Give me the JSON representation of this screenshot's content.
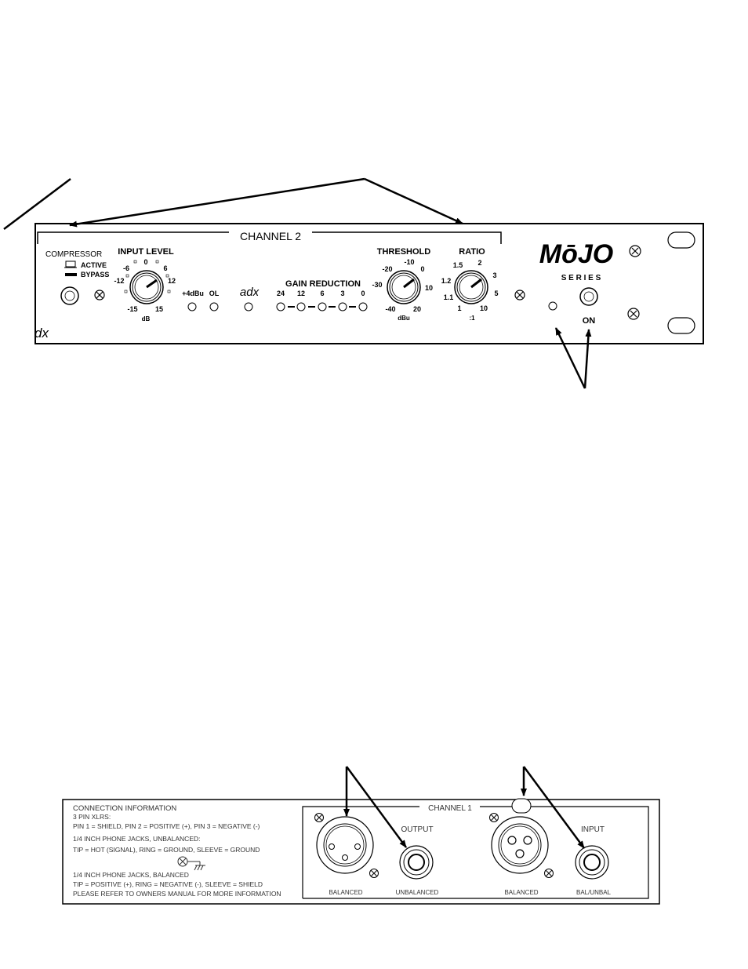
{
  "front_panel": {
    "channel_label": "CHANNEL 2",
    "compressor": {
      "title": "COMPRESSOR",
      "active": "ACTIVE",
      "bypass": "BYPASS"
    },
    "input_level": {
      "title": "INPUT LEVEL",
      "ticks": [
        "-6",
        "0",
        "6",
        "-12",
        "12",
        "-15",
        "15"
      ],
      "unit": "dB"
    },
    "led_labels": {
      "plus4": "+4dBu",
      "ol": "OL"
    },
    "logo_small": "adx",
    "edge_logo": "dx",
    "gain_reduction": {
      "title": "GAIN REDUCTION",
      "steps": [
        "24",
        "12",
        "6",
        "3",
        "0"
      ]
    },
    "threshold": {
      "title": "THRESHOLD",
      "ticks": [
        "-20",
        "-10",
        "0",
        "-30",
        "10",
        "-40",
        "20"
      ],
      "unit": "dBu"
    },
    "ratio": {
      "title": "RATIO",
      "ticks": [
        "1.5",
        "2",
        "1.2",
        "3",
        "1.1",
        "5",
        "1",
        "10"
      ],
      "unit": ":1"
    },
    "brand": {
      "logo": "MōJO",
      "series": "S E R I E S"
    },
    "power": {
      "label": "ON"
    }
  },
  "rear_panel": {
    "info": {
      "title": "CONNECTION INFORMATION",
      "lines": [
        "3 PIN XLRS:",
        "PIN 1 = SHIELD, PIN 2 = POSITIVE (+), PIN 3 = NEGATIVE (-)",
        "1/4 INCH PHONE JACKS, UNBALANCED:",
        "TIP = HOT (SIGNAL), RING = GROUND, SLEEVE = GROUND",
        "1/4 INCH PHONE JACKS, BALANCED",
        "TIP = POSITIVE (+), RING = NEGATIVE (-), SLEEVE = SHIELD",
        "PLEASE REFER TO OWNERS MANUAL FOR MORE INFORMATION"
      ]
    },
    "channel_label": "CHANNEL 1",
    "output": {
      "title": "OUTPUT",
      "balanced": "BALANCED",
      "unbalanced": "UNBALANCED"
    },
    "input": {
      "title": "INPUT",
      "balanced": "BALANCED",
      "balunbal": "BAL/UNBAL"
    }
  }
}
